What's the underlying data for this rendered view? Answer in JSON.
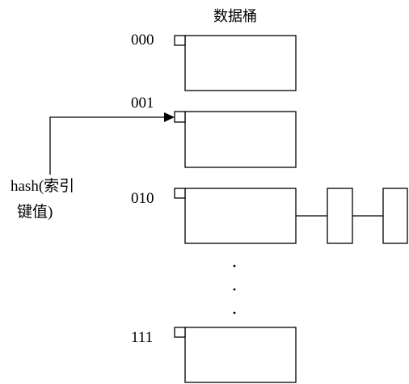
{
  "diagram": {
    "title": "数据桶",
    "hash_label_line1": "hash(索引",
    "hash_label_line2": "键值)",
    "buckets": [
      {
        "label": "000"
      },
      {
        "label": "001"
      },
      {
        "label": "010"
      },
      {
        "label": "111"
      }
    ],
    "ellipsis": "·"
  }
}
